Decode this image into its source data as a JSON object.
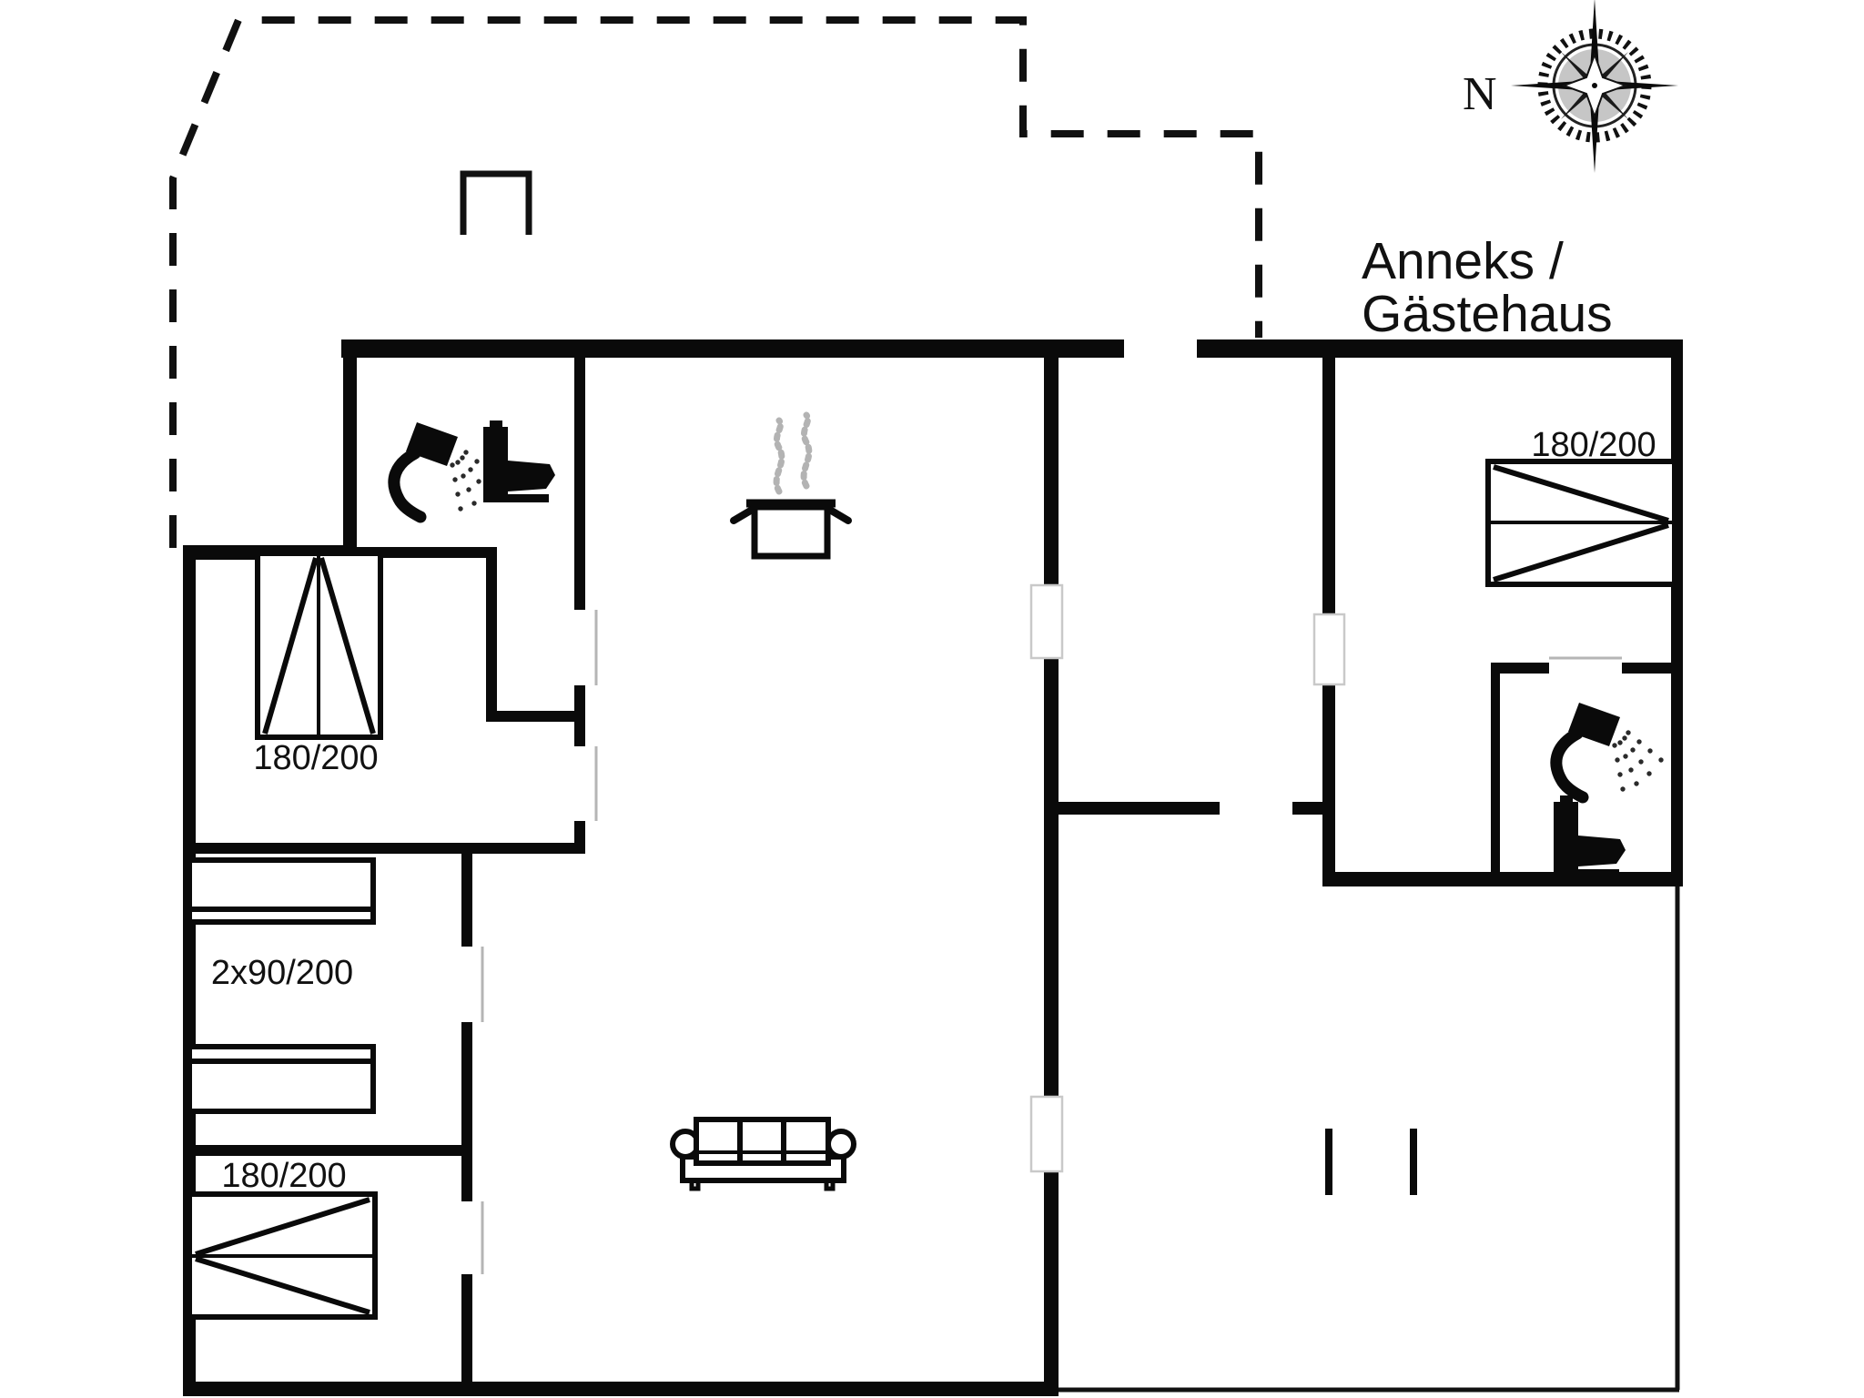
{
  "plan": {
    "type": "floor-plan",
    "annex_title_line1": "Anneks /",
    "annex_title_line2": "Gästehaus"
  },
  "compass": {
    "north_label": "N"
  },
  "labels": {
    "bedroom1_bed": "180/200",
    "bunk_beds": "2x90/200",
    "bedroom2_bed": "180/200",
    "annex_bed": "180/200"
  },
  "icons": {
    "compass": "compass-rose-icon",
    "shower_main": "shower-icon",
    "toilet_main": "toilet-icon",
    "shower_annex": "shower-icon",
    "toilet_annex": "toilet-icon",
    "stove": "cooking-pot-icon",
    "sofa": "sofa-icon",
    "chimney": "chimney-icon"
  },
  "colors": {
    "wall": "#0a0a0a",
    "background": "#ffffff",
    "door_leaf": "#b5b5b5",
    "door_frame": "#c9c9c9",
    "steam": "#b3b3b3"
  }
}
